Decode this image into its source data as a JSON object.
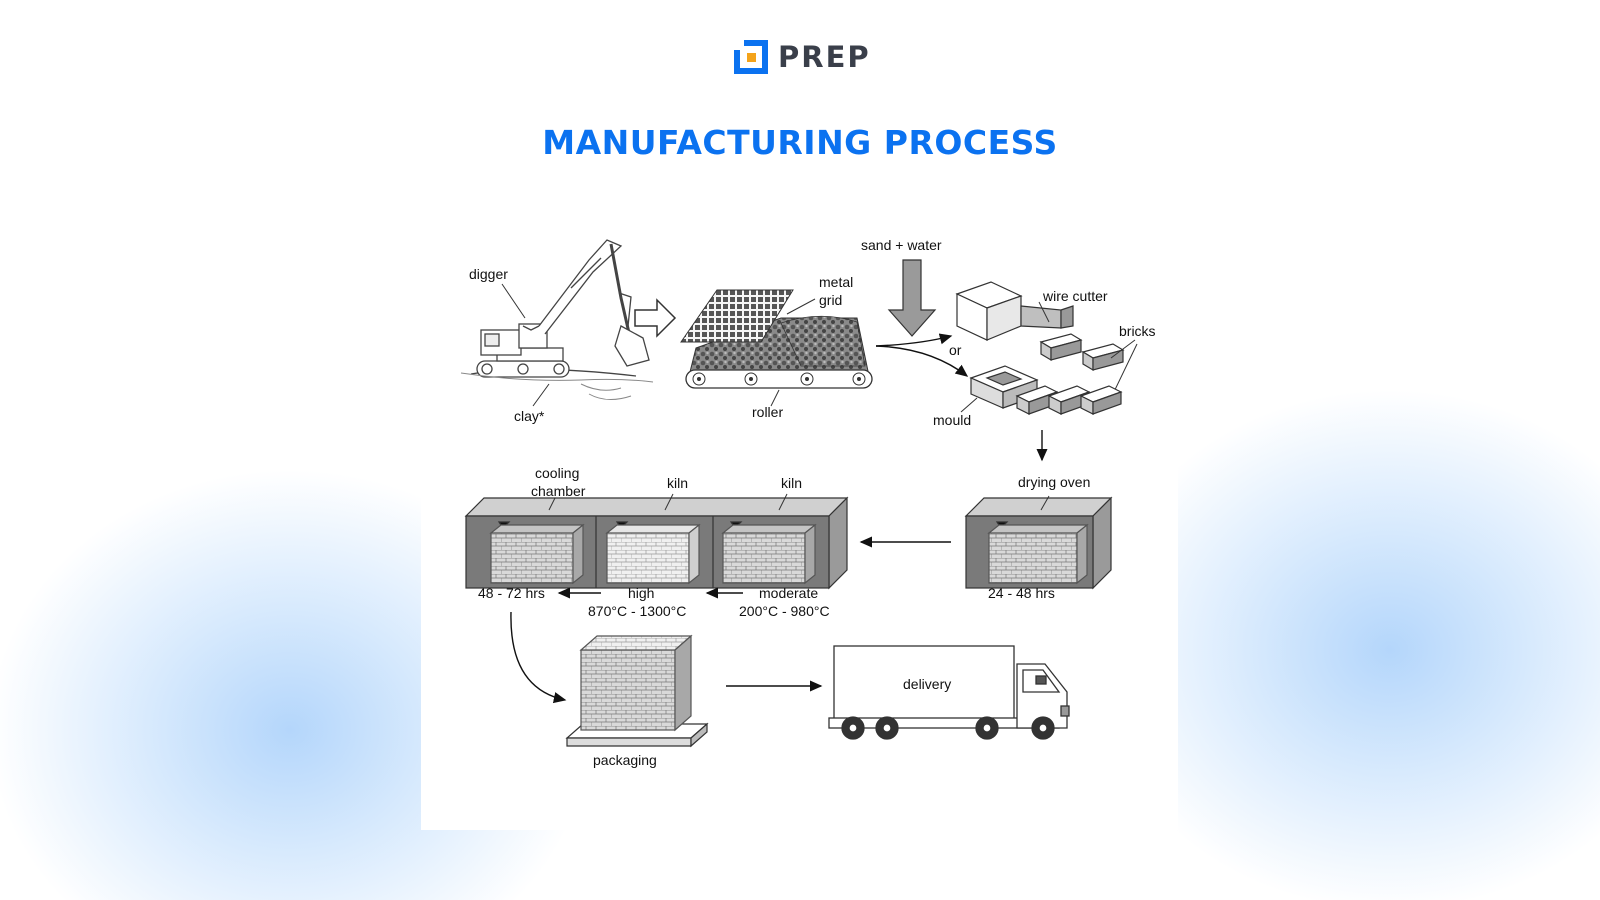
{
  "brand": {
    "name": "PREP",
    "logo_color": "#0b72f0",
    "icon": "prep-logo-icon"
  },
  "title": "MANUFACTURING PROCESS",
  "diagram": {
    "labels": {
      "digger": "digger",
      "clay": "clay*",
      "metal_grid": [
        "metal",
        "grid"
      ],
      "roller": "roller",
      "sand_water": "sand + water",
      "wire_cutter": "wire cutter",
      "or": "or",
      "bricks": "bricks",
      "mould": "mould",
      "drying_oven": "drying oven",
      "drying_time": "24 - 48 hrs",
      "cooling_chamber": [
        "cooling",
        "chamber"
      ],
      "kiln_high": "kiln",
      "kiln_moderate": "kiln",
      "cooling_time": "48 - 72 hrs",
      "high": [
        "high",
        "870°C - 1300°C"
      ],
      "moderate": [
        "moderate",
        "200°C - 980°C"
      ],
      "packaging": "packaging",
      "delivery": "delivery"
    }
  }
}
